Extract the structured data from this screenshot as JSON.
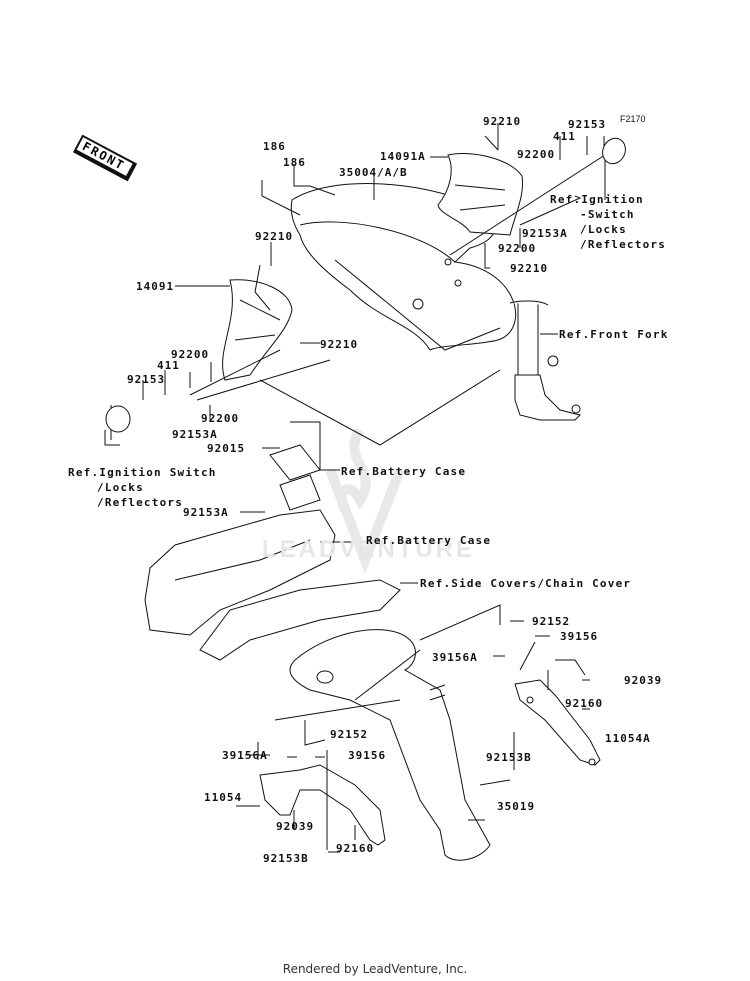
{
  "diagram": {
    "figure_code": "F2170",
    "front_indicator": "FRONT",
    "watermark_text": "LEADVENTURE",
    "footer": "Rendered by LeadVenture, Inc.",
    "colors": {
      "line": "#111111",
      "background": "#ffffff",
      "watermark": "#e6e6e6"
    },
    "part_labels": [
      {
        "id": "p186a",
        "text": "186"
      },
      {
        "id": "p186b",
        "text": "186"
      },
      {
        "id": "p35004",
        "text": "35004/A/B"
      },
      {
        "id": "p14091A",
        "text": "14091A"
      },
      {
        "id": "p92210a",
        "text": "92210"
      },
      {
        "id": "p92200a",
        "text": "92200"
      },
      {
        "id": "p411a",
        "text": "411"
      },
      {
        "id": "p92153a",
        "text": "92153"
      },
      {
        "id": "p92153Aa",
        "text": "92153A"
      },
      {
        "id": "p92200b",
        "text": "92200"
      },
      {
        "id": "p92210b",
        "text": "92210"
      },
      {
        "id": "p92210c",
        "text": "92210"
      },
      {
        "id": "p14091",
        "text": "14091"
      },
      {
        "id": "p92210d",
        "text": "92210"
      },
      {
        "id": "p92200c",
        "text": "92200"
      },
      {
        "id": "p411b",
        "text": "411"
      },
      {
        "id": "p92153b",
        "text": "92153"
      },
      {
        "id": "p92200d",
        "text": "92200"
      },
      {
        "id": "p92153Ab",
        "text": "92153A"
      },
      {
        "id": "p92015",
        "text": "92015"
      },
      {
        "id": "p92153Ac",
        "text": "92153A"
      },
      {
        "id": "p92152a",
        "text": "92152"
      },
      {
        "id": "p39156a",
        "text": "39156"
      },
      {
        "id": "p39156Aa",
        "text": "39156A"
      },
      {
        "id": "p92039a",
        "text": "92039"
      },
      {
        "id": "p92160a",
        "text": "92160"
      },
      {
        "id": "p11054A",
        "text": "11054A"
      },
      {
        "id": "p92153Ba",
        "text": "92153B"
      },
      {
        "id": "p92152b",
        "text": "92152"
      },
      {
        "id": "p39156Ab",
        "text": "39156A"
      },
      {
        "id": "p39156b",
        "text": "39156"
      },
      {
        "id": "p11054",
        "text": "11054"
      },
      {
        "id": "p92039b",
        "text": "92039"
      },
      {
        "id": "p35019",
        "text": "35019"
      },
      {
        "id": "p92160b",
        "text": "92160"
      },
      {
        "id": "p92153Bb",
        "text": "92153B"
      }
    ],
    "reference_labels": {
      "ignition_right": [
        "Ref.Ignition",
        "-Switch",
        "/Locks",
        "/Reflectors"
      ],
      "ignition_left": [
        "Ref.Ignition Switch",
        "/Locks",
        "/Reflectors"
      ],
      "front_fork": "Ref.Front Fork",
      "battery_case_1": "Ref.Battery Case",
      "battery_case_2": "Ref.Battery Case",
      "side_covers": "Ref.Side Covers/Chain Cover"
    }
  }
}
